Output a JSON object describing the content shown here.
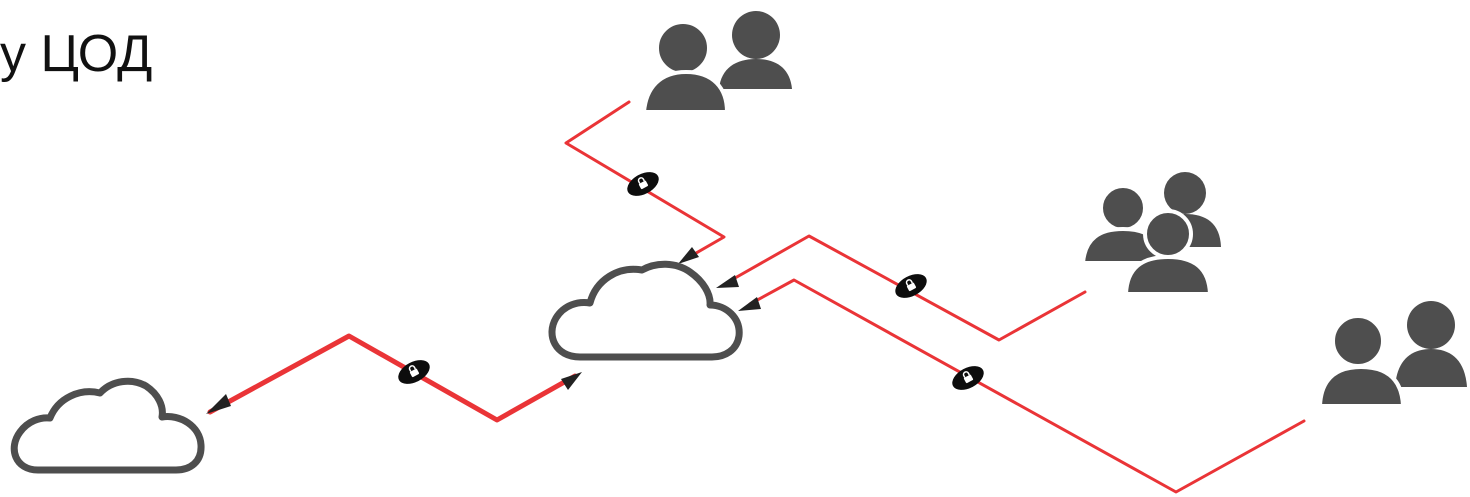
{
  "title_fragment": "у ЦОД",
  "colors": {
    "link": "#ea3437",
    "icon": "#4e4e4e",
    "cloud_stroke": "#4e4e4e",
    "lock_badge": "#0d0d0d",
    "arrow": "#222222"
  },
  "nodes": [
    {
      "name": "cloud-left",
      "icon": "cloud-icon"
    },
    {
      "name": "cloud-center",
      "icon": "cloud-icon"
    },
    {
      "name": "users-top",
      "icon": "user-group-icon"
    },
    {
      "name": "users-middle",
      "icon": "user-group-icon"
    },
    {
      "name": "users-bottom-right",
      "icon": "user-group-icon"
    }
  ],
  "links": [
    {
      "from": "cloud-center",
      "to": "cloud-left",
      "encrypted": true,
      "icon": "lock-icon"
    },
    {
      "from": "users-top",
      "to": "cloud-center",
      "encrypted": true,
      "icon": "lock-icon"
    },
    {
      "from": "users-middle",
      "to": "cloud-center",
      "encrypted": true,
      "icon": "lock-icon"
    },
    {
      "from": "users-bottom-right",
      "to": "cloud-center",
      "encrypted": true,
      "icon": "lock-icon"
    }
  ]
}
